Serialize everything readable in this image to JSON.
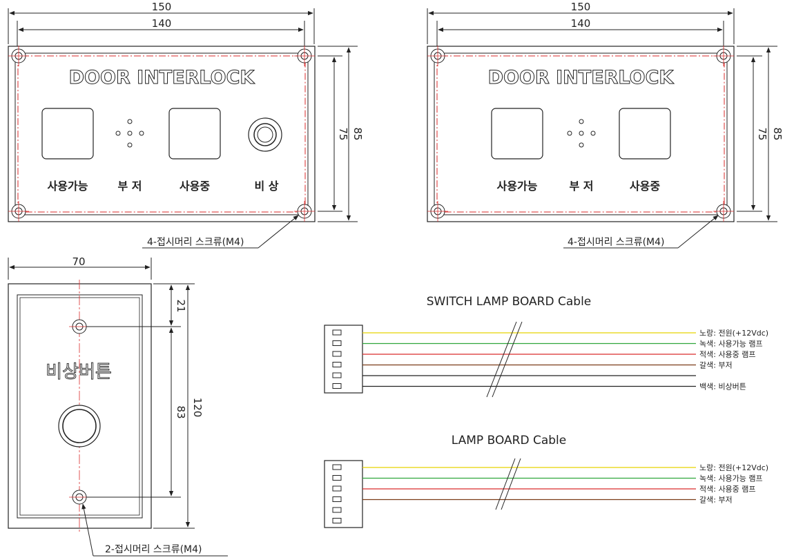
{
  "colors": {
    "line": "#222222",
    "center_line": "#d92a2a",
    "wire_yellow": "#e8d400",
    "wire_green": "#2fa63a",
    "wire_red": "#d92a2a",
    "wire_brown": "#7a3b16",
    "wire_white": "#222222"
  },
  "panel_with_emergency": {
    "title": "DOOR INTERLOCK",
    "dim_width_outer": "150",
    "dim_width_inner": "140",
    "dim_height_inner": "75",
    "dim_height_outer": "85",
    "label_available": "사용가능",
    "label_buzzer": "부 저",
    "label_in_use": "사용중",
    "label_emergency": "비 상",
    "screw_note": "4-접시머리 스크류(M4)"
  },
  "panel_standard": {
    "title": "DOOR INTERLOCK",
    "dim_width_outer": "150",
    "dim_width_inner": "140",
    "dim_height_inner": "75",
    "dim_height_outer": "85",
    "label_available": "사용가능",
    "label_buzzer": "부 저",
    "label_in_use": "사용중",
    "screw_note": "4-접시머리 스크류(M4)"
  },
  "emergency_button_plate": {
    "label": "비상버튼",
    "dim_width": "70",
    "dim_top": "21",
    "dim_hole_spacing": "83",
    "dim_height": "120",
    "screw_note": "2-접시머리 스크류(M4)"
  },
  "switch_lamp_cable": {
    "title": "SWITCH LAMP BOARD Cable",
    "wires": [
      {
        "label": "노랑: 전원(+12Vdc)",
        "color": "wire_yellow"
      },
      {
        "label": "녹색: 사용가능 램프",
        "color": "wire_green"
      },
      {
        "label": "적색: 사용중 램프",
        "color": "wire_red"
      },
      {
        "label": "갈색: 부저",
        "color": "wire_brown"
      },
      {
        "label": "",
        "color": "wire_white"
      },
      {
        "label": "백색: 비상버튼",
        "color": "wire_white"
      }
    ]
  },
  "lamp_cable": {
    "title": "LAMP BOARD Cable",
    "wires": [
      {
        "label": "노랑: 전원(+12Vdc)",
        "color": "wire_yellow"
      },
      {
        "label": "녹색: 사용가능 램프",
        "color": "wire_green"
      },
      {
        "label": "적색: 사용중 램프",
        "color": "wire_red"
      },
      {
        "label": "갈색: 부저",
        "color": "wire_brown"
      }
    ]
  }
}
